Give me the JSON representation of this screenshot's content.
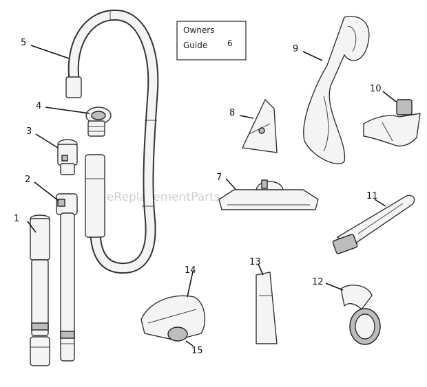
{
  "watermark": "eReplacementParts.com",
  "owners_guide": {
    "line1": "Owners",
    "line2": "Guide",
    "number": "6"
  },
  "callouts": {
    "c1": "1",
    "c2": "2",
    "c3": "3",
    "c4": "4",
    "c5": "5",
    "c7": "7",
    "c8": "8",
    "c9": "9",
    "c10": "10",
    "c11": "11",
    "c12": "12",
    "c13": "13",
    "c14": "14",
    "c15": "15"
  }
}
